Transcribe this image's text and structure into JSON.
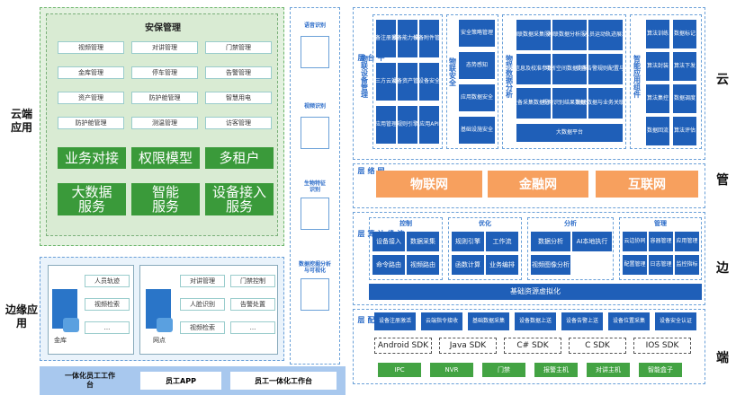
{
  "left_labels": {
    "cloud": "云端\n应用",
    "edge": "边缘应\n用"
  },
  "cloud_app": {
    "title": "安保管理",
    "items": [
      "视频管理",
      "对讲管理",
      "门禁管理",
      "金库管理",
      "停车管理",
      "告警管理",
      "资产管理",
      "防护舱管理",
      "智慧用电",
      "防护舱管理",
      "测温管理",
      "访客管理"
    ],
    "buttons": [
      "业务对接",
      "权限模型",
      "多租户",
      "大数据\n服务",
      "智能\n服务",
      "设备接入\n服务"
    ]
  },
  "ai_column": [
    "语音识别",
    "视频识别",
    "生物特征\n识别",
    "数据挖掘分析\n与可视化"
  ],
  "edge_app": {
    "vault": {
      "name": "金库",
      "items": [
        "人员轨迹",
        "视频检索",
        "..."
      ]
    },
    "branch": {
      "name": "网点",
      "items": [
        "对讲管理",
        "门禁控制",
        "人脸识别",
        "告警处置",
        "视频检索",
        "..."
      ]
    }
  },
  "workstation": {
    "title": "一体化员工工作\n台",
    "items": [
      "员工APP",
      "员工一体化工作台"
    ]
  },
  "platform": {
    "side": "平\n台\n层",
    "iot_device": {
      "label": "物联设备管理",
      "tiles": [
        "设备注册激活",
        "设备能力模型",
        "设备附件管理",
        "第三方云对接",
        "设备资产管理",
        "设备安全",
        "应用管理",
        "规则引擎",
        "应用API"
      ]
    },
    "iot_security": {
      "label": "物联安全",
      "tiles": [
        "安全策略管理",
        "态势感知",
        "应用数据安全",
        "基础设施安全"
      ]
    },
    "iot_analysis": {
      "label": "物联数据分析",
      "tiles": [
        "物联数据采集服务",
        "物联数据分析服务",
        "人员运动轨迹展示",
        "场所信息及校准参数管理",
        "场所空间数据可视化",
        "设备告警规则配置与查询",
        "设备采集数据分析",
        "视频识别结果数据分析",
        "物联数据与业务关联分析",
        "大数据平台"
      ]
    },
    "smart_app": {
      "label": "智能应用组件",
      "tiles": [
        "算法训练",
        "数据标记",
        "算法封装",
        "算法下发",
        "算法集控",
        "数据调度",
        "数据回流",
        "算法评估"
      ]
    }
  },
  "network": {
    "side": "网\n络\n层",
    "items": [
      "物联网",
      "金融网",
      "互联网"
    ]
  },
  "edge_layer": {
    "side": "边\n缘\n计\n算\n层",
    "control": {
      "title": "控制",
      "tiles": [
        "设备接入",
        "数据采集",
        "命令路由",
        "视频路由"
      ]
    },
    "optimize": {
      "title": "优化",
      "tiles": [
        "规则引擎",
        "工作流",
        "函数计算",
        "业务编排"
      ]
    },
    "analysis": {
      "title": "分析",
      "tiles": [
        "数据分析",
        "AI本地执行",
        "视频图像分析"
      ]
    },
    "manage": {
      "title": "管理",
      "tiles": [
        "云边协同",
        "容器管理",
        "应用管理",
        "配置管理",
        "日志管理",
        "监控指标"
      ]
    },
    "base": "基础资源虚拟化"
  },
  "terminal": {
    "side": "终\n端\n适\n配\n层",
    "tiles": [
      "设备注册激活",
      "云端指令接收",
      "基础数据采集",
      "设备数据上送",
      "设备告警上送",
      "设备位置采集",
      "设备安全认证"
    ],
    "sdks": [
      "Android SDK",
      "Java SDK",
      "C# SDK",
      "C SDK",
      "IOS SDK"
    ],
    "devices": [
      "IPC",
      "NVR",
      "门禁",
      "报警主机",
      "对讲主机",
      "智能盒子"
    ]
  },
  "right_labels": [
    "云",
    "管",
    "边",
    "端"
  ],
  "colors": {
    "green": "#3a9a3a",
    "blue": "#1f5fb8",
    "orange": "#f7a05e",
    "accent": "#2a6bc8"
  }
}
